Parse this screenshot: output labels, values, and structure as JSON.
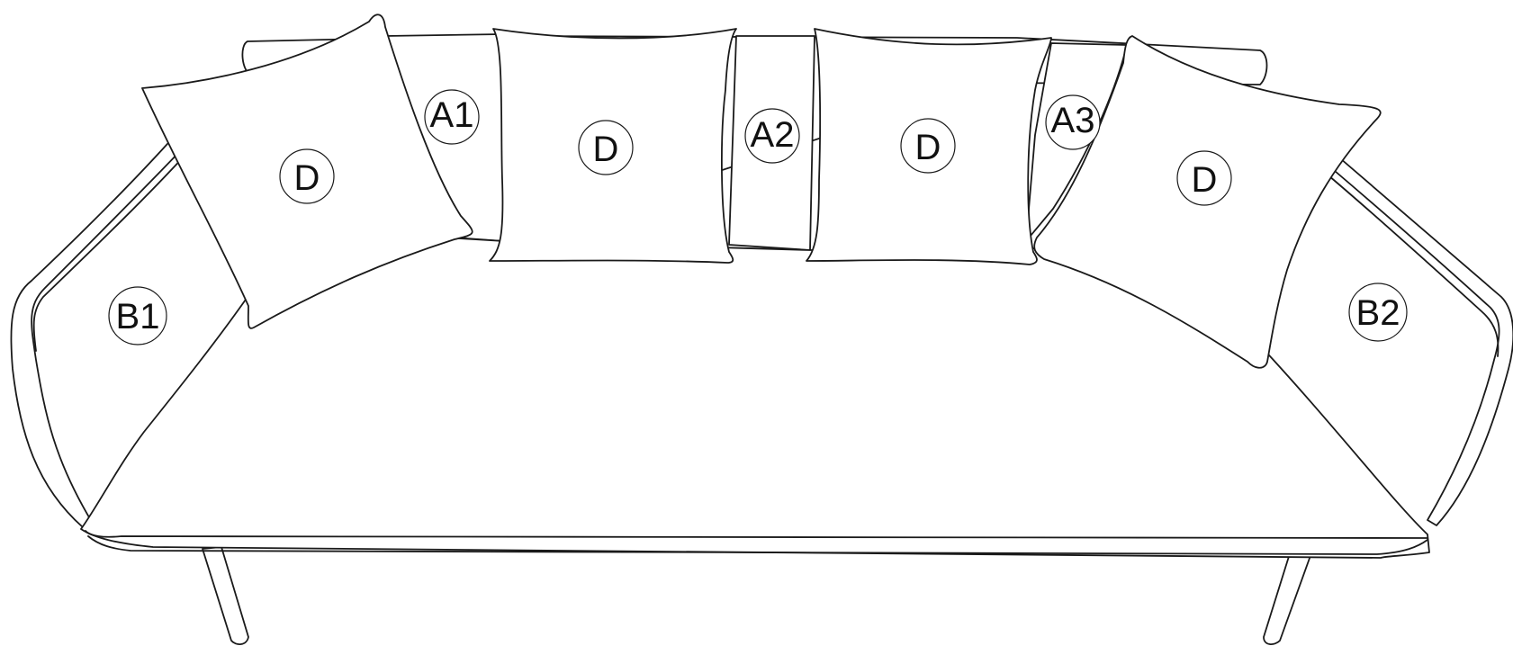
{
  "callouts": {
    "pillow_left": "D",
    "pillow_center_left": "D",
    "pillow_center_right": "D",
    "pillow_right": "D",
    "back_left": "A1",
    "back_center": "A2",
    "back_right": "A3",
    "arm_left": "B1",
    "arm_right": "B2"
  }
}
